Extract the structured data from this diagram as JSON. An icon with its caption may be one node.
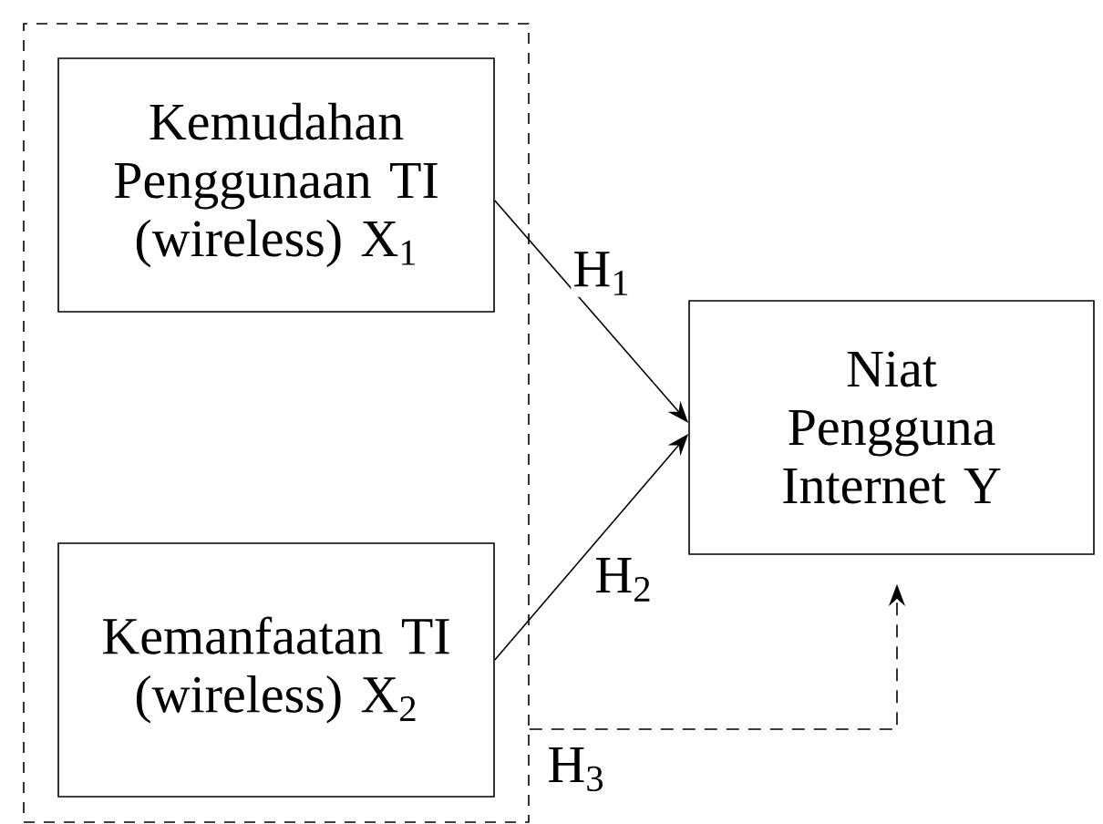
{
  "diagram": {
    "nodes": [
      {
        "text": [],
        "shape": "box"
      },
      {
        "text": [
          "Kemudahan Penggunaan TI (wireless) X$_{1}$"
        ],
        "in": 0
      },
      {
        "text": [
          "Kemanfaatan TI (wireless) X$_{2}$"
        ],
        "in": 0
      },
      {
        "text": [
          "Niat Pengguna Internet Y"
        ]
      }
    ],
    "edges": [
      {
        "from": 1,
        "to": 3,
        "arrow": "to",
        "label": "H$_{1}$"
      },
      {
        "from": 2,
        "to": 3,
        "arrow": "to",
        "label": "H$_{2}$"
      },
      {
        "from": 0,
        "to": 3,
        "arrow": "to",
        "label": "H$_{3}$",
        "style": "dashed"
      }
    ]
  }
}
